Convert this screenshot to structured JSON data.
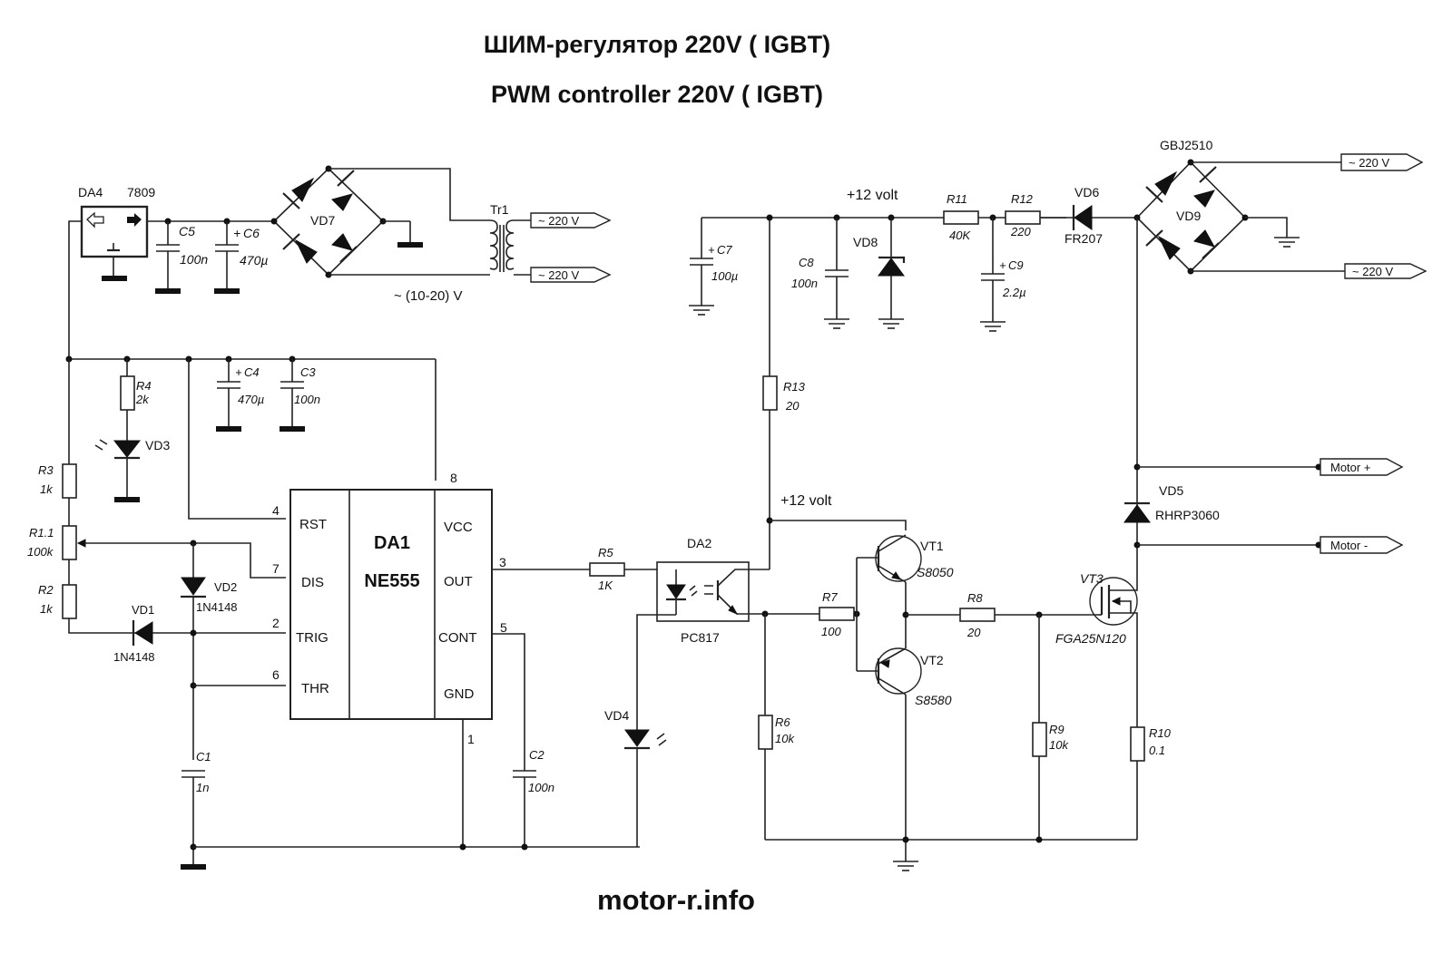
{
  "titles": {
    "ru": "ШИМ-регулятор 220V  ( IGBT)",
    "en": "PWM controller 220V ( IGBT)",
    "footer": "motor-r.info"
  },
  "power_supply": {
    "da4": {
      "ref": "DA4",
      "part": "7809"
    },
    "c5": {
      "ref": "C5",
      "value": "100n"
    },
    "c6": {
      "ref": "C6",
      "value": "470µ",
      "polarity": "+"
    },
    "vd7": {
      "ref": "VD7"
    },
    "tr1": {
      "ref": "Tr1"
    },
    "ac_in_1": "~ 220 V",
    "ac_in_2": "~ 220 V",
    "secondary_voltage": "~ (10-20) V"
  },
  "timer": {
    "r4": {
      "ref": "R4",
      "value": "2k"
    },
    "vd3": {
      "ref": "VD3"
    },
    "c4": {
      "ref": "C4",
      "value": "470µ",
      "polarity": "+"
    },
    "c3": {
      "ref": "C3",
      "value": "100n"
    },
    "r3": {
      "ref": "R3",
      "value": "1k"
    },
    "r1_1": {
      "ref": "R1.1",
      "value": "100k"
    },
    "r2": {
      "ref": "R2",
      "value": "1k"
    },
    "vd1": {
      "ref": "VD1",
      "part": "1N4148"
    },
    "vd2": {
      "ref": "VD2",
      "part": "1N4148"
    },
    "c1": {
      "ref": "C1",
      "value": "1n"
    },
    "c2": {
      "ref": "C2",
      "value": "100n"
    },
    "da1": {
      "ref": "DA1",
      "part": "NE555",
      "left_pins": [
        {
          "num": "4",
          "name": "RST"
        },
        {
          "num": "7",
          "name": "DIS"
        },
        {
          "num": "2",
          "name": "TRIG"
        },
        {
          "num": "6",
          "name": "THR"
        }
      ],
      "right_pins": [
        {
          "num": "8",
          "name": "VCC"
        },
        {
          "num": "3",
          "name": "OUT"
        },
        {
          "num": "5",
          "name": "CONT"
        },
        {
          "num": "1",
          "name": "GND"
        }
      ]
    }
  },
  "driver": {
    "r5": {
      "ref": "R5",
      "value": "1K"
    },
    "da2": {
      "ref": "DA2",
      "part": "PC817"
    },
    "vd4": {
      "ref": "VD4"
    },
    "r13": {
      "ref": "R13",
      "value": "20"
    },
    "supply_label_1": "+12 volt",
    "supply_label_2": "+12 volt",
    "r7": {
      "ref": "R7",
      "value": "100"
    },
    "r6": {
      "ref": "R6",
      "value": "10k"
    },
    "vt1": {
      "ref": "VT1",
      "part": "S8050"
    },
    "vt2": {
      "ref": "VT2",
      "part": "S8580"
    },
    "r8": {
      "ref": "R8",
      "value": "20"
    },
    "r9": {
      "ref": "R9",
      "value": "10k"
    }
  },
  "high_side": {
    "c7": {
      "ref": "C7",
      "value": "100µ",
      "polarity": "+"
    },
    "c8": {
      "ref": "C8",
      "value": "100n"
    },
    "vd8": {
      "ref": "VD8"
    },
    "r11": {
      "ref": "R11",
      "value": "40K"
    },
    "r12": {
      "ref": "R12",
      "value": "220"
    },
    "c9": {
      "ref": "C9",
      "value": "2.2µ",
      "polarity": "+"
    },
    "vd6": {
      "ref": "VD6",
      "part": "FR207"
    },
    "vd9": {
      "ref": "VD9",
      "part": "GBJ2510"
    },
    "ac_in_1": "~ 220 V",
    "ac_in_2": "~ 220 V",
    "vd5": {
      "ref": "VD5",
      "part": "RHRP3060"
    },
    "vt3": {
      "ref": "VT3",
      "part": "FGA25N120"
    },
    "r10": {
      "ref": "R10",
      "value": "0.1"
    },
    "motor_plus": "Motor +",
    "motor_minus": "Motor -"
  }
}
